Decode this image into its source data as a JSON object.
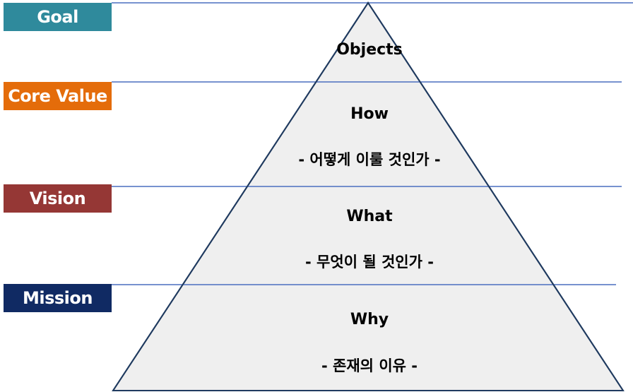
{
  "labels": {
    "goal": {
      "text": "Goal",
      "color": "#2f8a9c"
    },
    "core_value": {
      "text": "Core Value",
      "color": "#e46c0a"
    },
    "vision": {
      "text": "Vision",
      "color": "#953735"
    },
    "mission": {
      "text": "Mission",
      "color": "#102a63"
    }
  },
  "pyramid": {
    "fill": "#efefef",
    "outline": "#1f3a5f",
    "line_color": "#4a6fbf",
    "objects": {
      "title": "Objects"
    },
    "how": {
      "title": "How",
      "subtitle": "- 어떻게 이룰 것인가 -"
    },
    "what": {
      "title": "What",
      "subtitle": "- 무엇이 될 것인가 -"
    },
    "why": {
      "title": "Why",
      "subtitle": "- 존재의 이유 -"
    }
  }
}
